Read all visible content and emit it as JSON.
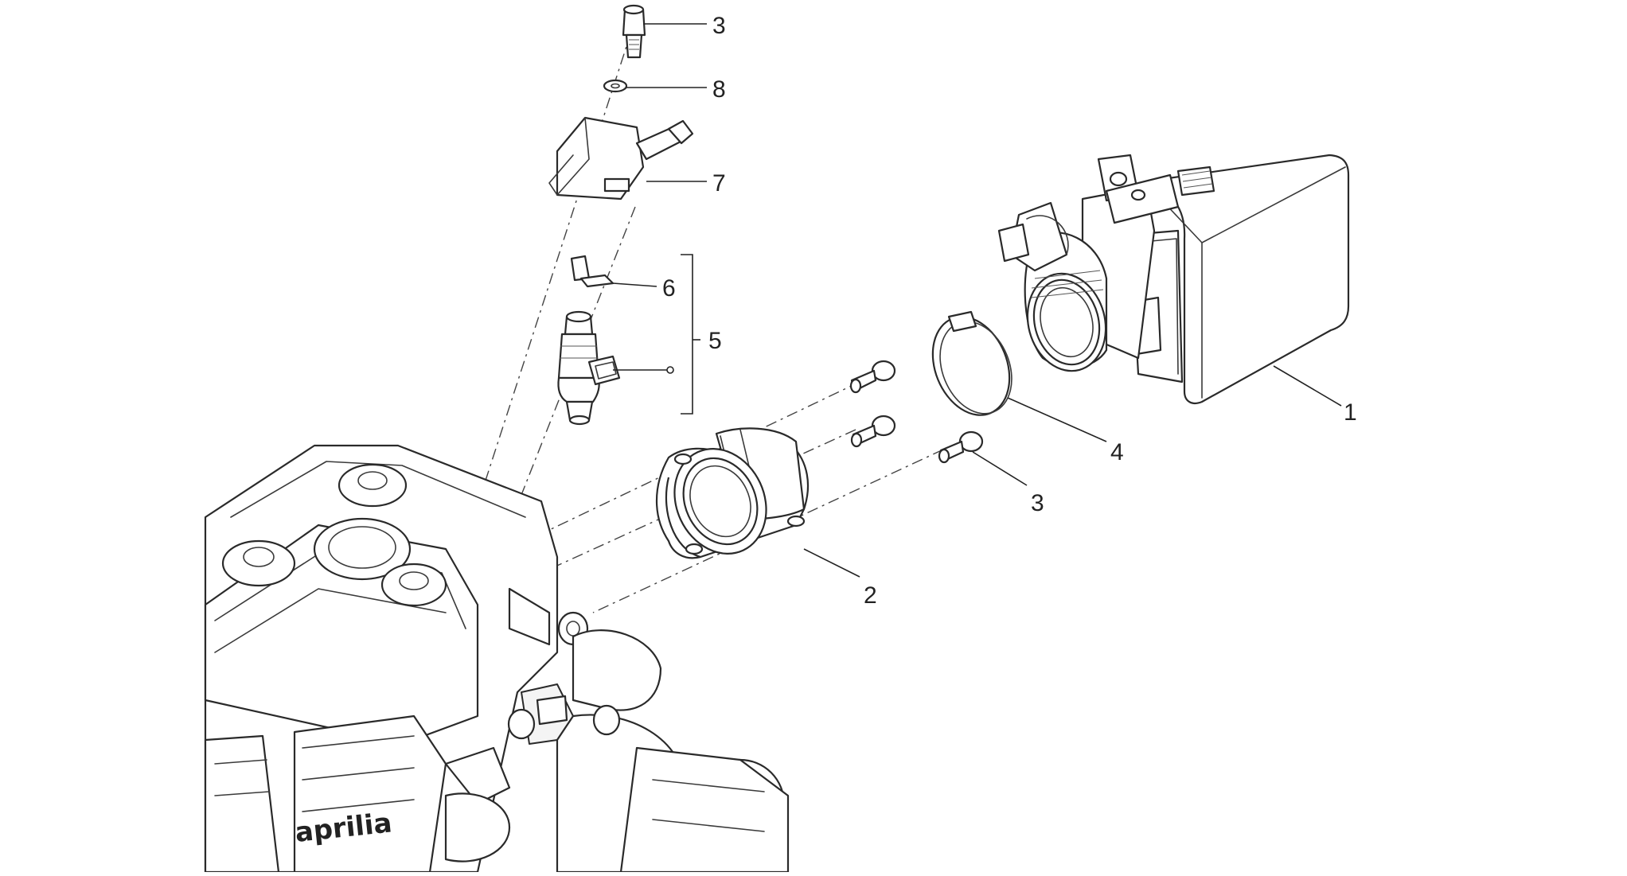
{
  "diagram": {
    "callouts": [
      {
        "id": "c3-top",
        "label": "3"
      },
      {
        "id": "c8",
        "label": "8"
      },
      {
        "id": "c7",
        "label": "7"
      },
      {
        "id": "c6",
        "label": "6"
      },
      {
        "id": "c5",
        "label": "5"
      },
      {
        "id": "c1",
        "label": "1"
      },
      {
        "id": "c4",
        "label": "4"
      },
      {
        "id": "c3-right",
        "label": "3"
      },
      {
        "id": "c2",
        "label": "2"
      }
    ],
    "engine_brand": "aprilia"
  },
  "colors": {
    "line": "#2a2a2a",
    "fill": "#ffffff",
    "background": "#ffffff"
  }
}
